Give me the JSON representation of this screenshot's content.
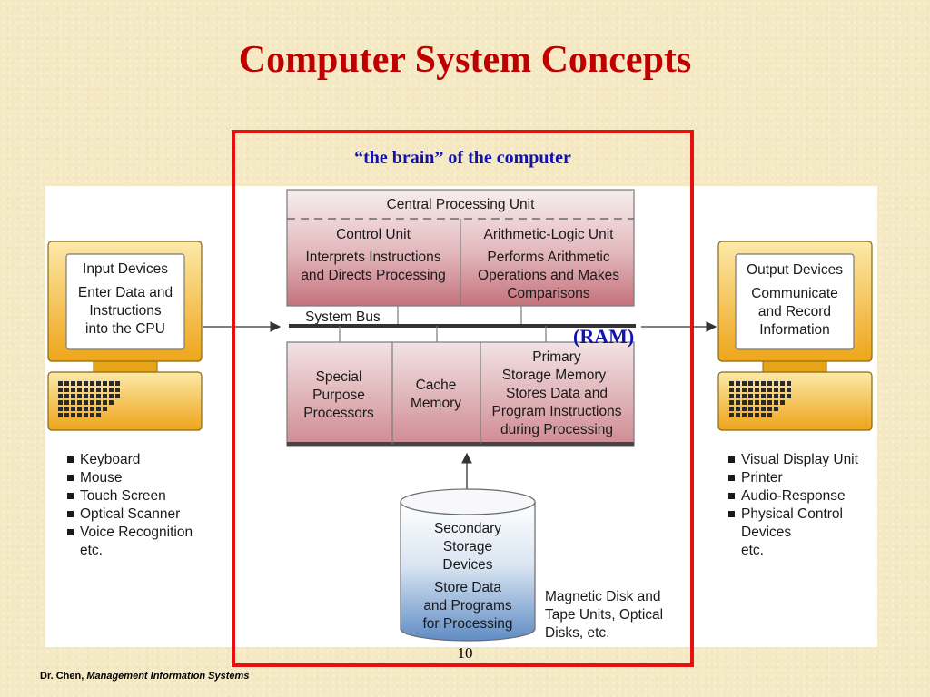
{
  "slide": {
    "title": "Computer System Concepts",
    "annotation_brain": "“the brain” of the computer",
    "annotation_ram": "(RAM)",
    "page_number": "10",
    "footer_author": "Dr. Chen, ",
    "footer_course": "Management Information Systems"
  },
  "diagram": {
    "cpu": {
      "title": "Central Processing Unit",
      "control_unit": {
        "title": "Control Unit",
        "desc": [
          "Interprets Instructions",
          "and Directs Processing"
        ]
      },
      "alu": {
        "title": "Arithmetic-Logic Unit",
        "desc": [
          "Performs Arithmetic",
          "Operations and Makes",
          "Comparisons"
        ]
      }
    },
    "system_bus": "System Bus",
    "memory": {
      "special": [
        "Special",
        "Purpose",
        "Processors"
      ],
      "cache": [
        "Cache",
        "Memory"
      ],
      "primary": [
        "Primary",
        "Storage  Memory",
        "Stores Data and",
        "Program Instructions",
        "during Processing"
      ]
    },
    "secondary": {
      "title": [
        "Secondary",
        "Storage",
        "Devices"
      ],
      "desc": [
        "Store Data",
        "and Programs",
        "for Processing"
      ],
      "note": [
        "Magnetic Disk and",
        "Tape Units, Optical",
        "Disks, etc."
      ]
    },
    "input": {
      "title": "Input Devices",
      "desc": [
        "Enter Data and",
        "Instructions",
        "into the CPU"
      ],
      "items": [
        "Keyboard",
        "Mouse",
        "Touch Screen",
        "Optical Scanner",
        "Voice Recognition"
      ],
      "etc": "etc."
    },
    "output": {
      "title": "Output Devices",
      "desc": [
        "Communicate",
        "and Record",
        "Information"
      ],
      "items": [
        "Visual Display Unit",
        "Printer",
        "Audio-Response",
        "Physical Control",
        "Devices"
      ],
      "etc": "etc."
    }
  },
  "colors": {
    "title": "#c00000",
    "annotation": "#1212b0",
    "redbox": "#e61010",
    "cpu_fill": "#d7949a",
    "monitor_fill": "#f3b72c",
    "disk_fill": "#6f95c5"
  }
}
